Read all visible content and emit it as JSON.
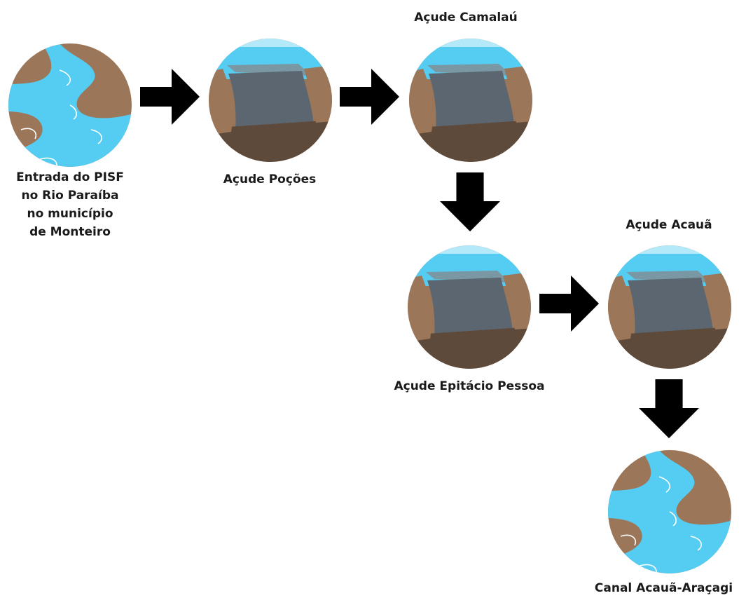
{
  "labels": {
    "monteiro": "Entrada do PISF\nno Rio Paraíba\n no município\nde Monteiro",
    "pocoes": "Açude Poções",
    "camalau": "Açude Camalaú",
    "epitacio": "Açude Epitácio Pessoa",
    "acaua": "Açude Acauã",
    "canal": "Canal Acauã-Araçagi"
  },
  "icons": {
    "monteiro": "river-icon",
    "pocoes": "dam-icon",
    "camalau": "dam-icon",
    "epitacio": "dam-icon",
    "acaua": "dam-icon",
    "canal": "river-icon"
  },
  "colors": {
    "water": "#55cdf2",
    "light_water": "#b3e9f8",
    "earth": "#9c7658",
    "dark_earth": "#5e4a3a",
    "concrete": "#5b6670",
    "arrow": "#000000"
  }
}
